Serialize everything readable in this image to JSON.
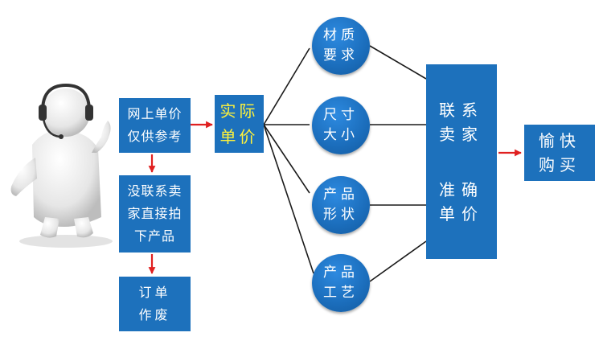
{
  "colors": {
    "box_fill": "#1d71bc",
    "arrow_red": "#e02020",
    "highlight_text": "#fff23a",
    "connector": "#1a1a1a"
  },
  "diagram": {
    "reference_price": [
      "网上单价",
      "仅供参考"
    ],
    "no_contact": [
      "没联系卖",
      "家直接拍",
      "下产品"
    ],
    "order_void": [
      "订单",
      "作废"
    ],
    "actual_price": [
      "实际",
      "单价"
    ],
    "factors": [
      [
        "材质",
        "要求"
      ],
      [
        "尺寸",
        "大小"
      ],
      [
        "产品",
        "形状"
      ],
      [
        "产品",
        "工艺"
      ]
    ],
    "contact_seller": [
      "联系",
      "卖家"
    ],
    "accurate_price": [
      "准确",
      "单价"
    ],
    "happy_purchase": [
      "愉快",
      "购买"
    ]
  }
}
